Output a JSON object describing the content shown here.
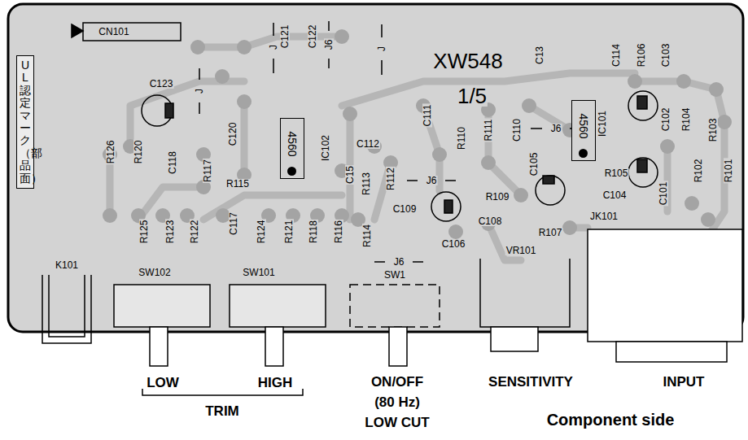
{
  "diagram": {
    "nodes": [
      {
        "text": [
          "UL認定マーク（部品面）"
        ]
      },
      {
        "text": [
          "4560"
        ]
      },
      {
        "text": [
          "4560"
        ]
      }
    ],
    "labels": [
      "CN101",
      "C121",
      "C122",
      "C13",
      "C114",
      "R106",
      "C103",
      "XW548",
      "1/5",
      "C123",
      "J",
      "J",
      "J6",
      "J",
      "C111",
      "R110",
      "R111",
      "C110",
      "J6",
      "IC102",
      "IC101",
      "C120",
      "C112",
      "R113",
      "R112",
      "C15",
      "R126",
      "R120",
      "C118",
      "R117",
      "R115",
      "C102",
      "R104",
      "R103",
      "C105",
      "R105",
      "C104",
      "R102",
      "R101",
      "C101",
      "J6",
      "C109",
      "R109",
      "C108",
      "R107",
      "C106",
      "VR101",
      "JK101",
      "C117",
      "R124",
      "R121",
      "R118",
      "R116",
      "R114",
      "R125",
      "R123",
      "R122",
      "K101",
      "SW102",
      "SW101",
      "J6",
      "SW1",
      "LOW",
      "HIGH",
      "TRIM",
      "ON/OFF",
      "(80 Hz)",
      "LOW CUT",
      "SENSITIVITY",
      "INPUT",
      "Component side"
    ]
  }
}
